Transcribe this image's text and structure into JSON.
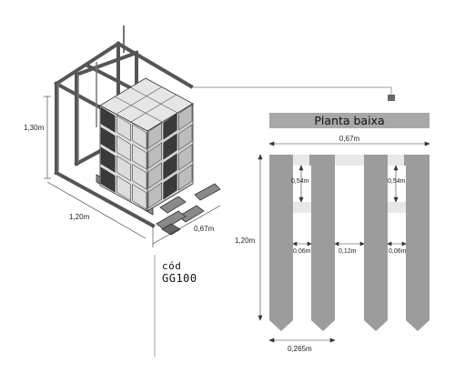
{
  "iso_view": {
    "height_label": "1,30m",
    "length_label": "1,20m",
    "width_label": "0,67m"
  },
  "product": {
    "code_label": "cód",
    "code_value": "GG100"
  },
  "plan_view": {
    "title": "Planta baixa",
    "total_width_label": "0,67m",
    "length_label": "1,20m",
    "left_slot_label": "0,54m",
    "right_slot_label": "0,54m",
    "left_gap_label": "0,06m",
    "center_gap_label": "0,12m",
    "right_gap_label": "0,06m",
    "bottom_width_label": "0,265m"
  },
  "colors": {
    "fork_fill": "#9c9c9c",
    "title_bar": "#a8a8a8",
    "block_dark": "#3a3a3a",
    "block_light": "#dcdcdc",
    "frame_stroke": "#444444"
  }
}
